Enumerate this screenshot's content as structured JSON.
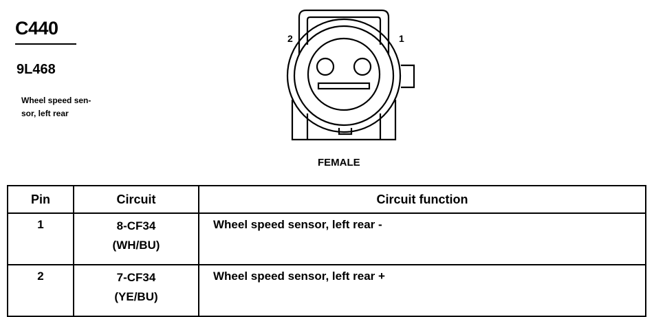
{
  "connector": {
    "id": "C440",
    "part_number": "9L468",
    "description_line1": "Wheel speed sen-",
    "description_line2": "sor, left rear",
    "gender": "FEMALE",
    "pin_label_left": "2",
    "pin_label_right": "1"
  },
  "table": {
    "headers": [
      "Pin",
      "Circuit",
      "Circuit function"
    ],
    "rows": [
      {
        "pin": "1",
        "circuit": "8-CF34",
        "color": "(WH/BU)",
        "function": "Wheel speed sensor, left rear -"
      },
      {
        "pin": "2",
        "circuit": "7-CF34",
        "color": "(YE/BU)",
        "function": "Wheel speed sensor, left rear +"
      }
    ]
  }
}
